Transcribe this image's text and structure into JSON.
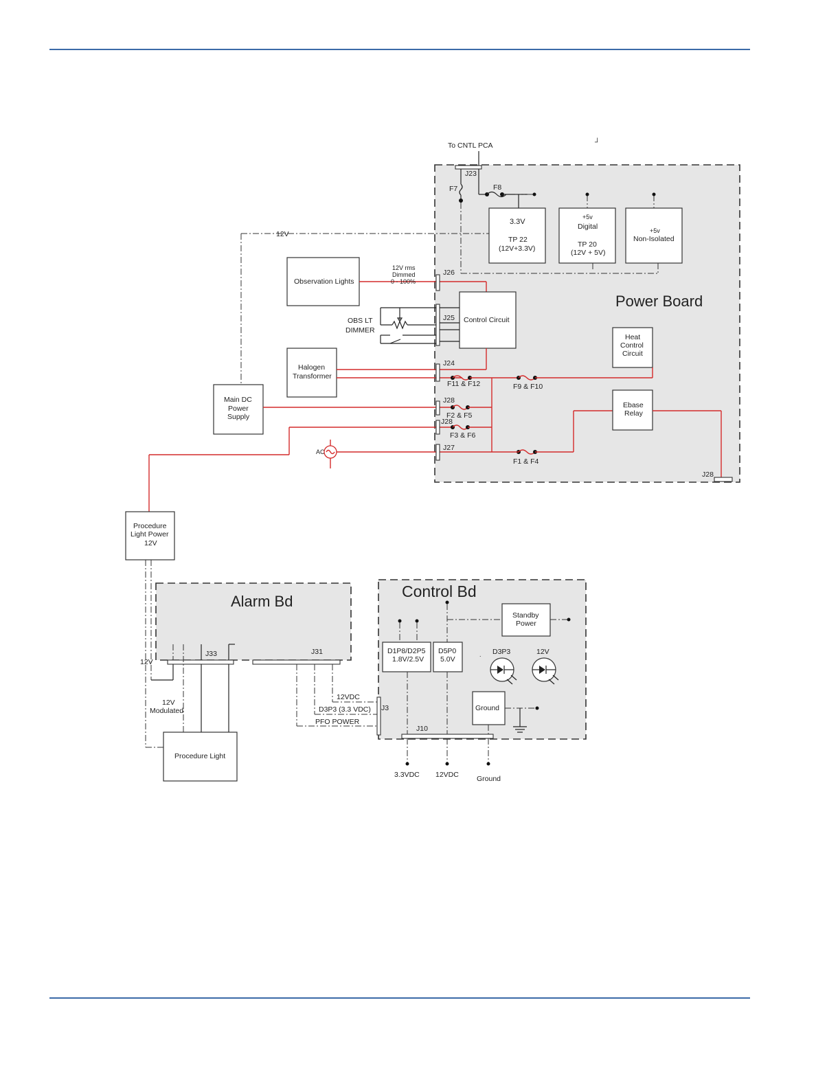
{
  "labels": {
    "to_cntl_pca": "To CNTL PCA",
    "j23": "J23",
    "f7": "F7",
    "f8": "F8",
    "line_12v": "12V",
    "reg_33_title": "3.3V",
    "reg_33_tp": "TP 22",
    "reg_33_val": "(12V+3.3V)",
    "reg_5d_small": "+5v",
    "reg_5d_title": "Digital",
    "reg_5d_tp": "TP 20",
    "reg_5d_val": "(12V + 5V)",
    "reg_5n_small": "+5v",
    "reg_5n_title": "Non-Isolated",
    "power_board": "Power Board",
    "observation_lights": "Observation Lights",
    "dim_l1": "12V rms",
    "dim_l2": "Dimmed",
    "dim_l3": "0 - 100%",
    "j26": "J26",
    "j25": "J25",
    "control_circuit": "Control Circuit",
    "obs_lt": "OBS LT",
    "dimmer": "DIMMER",
    "halogen_1": "Halogen",
    "halogen_2": "Transformer",
    "j24": "J24",
    "f11_f12": "F11 & F12",
    "f9_f10": "F9 & F10",
    "heat_1": "Heat",
    "heat_2": "Control",
    "heat_3": "Circuit",
    "main_dc_1": "Main DC",
    "main_dc_2": "Power",
    "main_dc_3": "Supply",
    "j28a": "J28",
    "f2_f5": "F2 & F5",
    "j28b": "J28",
    "f3_f6": "F3 & F6",
    "ebase_1": "Ebase",
    "ebase_2": "Relay",
    "ac": "AC",
    "j27": "J27",
    "f1_f4": "F1 & F4",
    "j28c": "J28",
    "proc_pwr_1": "Procedure",
    "proc_pwr_2": "Light Power",
    "proc_pwr_3": "12V",
    "alarm_bd": "Alarm Bd",
    "j33": "J33",
    "j31": "J31",
    "alarm_12v": "12V",
    "mod_1": "12V",
    "mod_2": "Modulated",
    "procedure_light": "Procedure Light",
    "control_bd": "Control Bd",
    "standby_1": "Standby",
    "standby_2": "Power",
    "d1p8_1": "D1P8/D2P5",
    "d1p8_2": "1.8V/2.5V",
    "d5p0_1": "D5P0",
    "d5p0_2": "5.0V",
    "d3p3": "D3P3",
    "led_12v": "12V",
    "ground_box": "Ground",
    "sig_12vdc": "12VDC",
    "sig_d3p3": "D3P3 (3.3 VDC)",
    "sig_pfo": "PFO POWER",
    "j3": "J3",
    "j10": "J10",
    "out_33": "3.3VDC",
    "out_12": "12VDC",
    "out_gnd": "Ground"
  },
  "colors": {
    "power_wire": "#d42a2a",
    "region_fill": "#e6e6e6",
    "rule": "#3b6aa8"
  }
}
